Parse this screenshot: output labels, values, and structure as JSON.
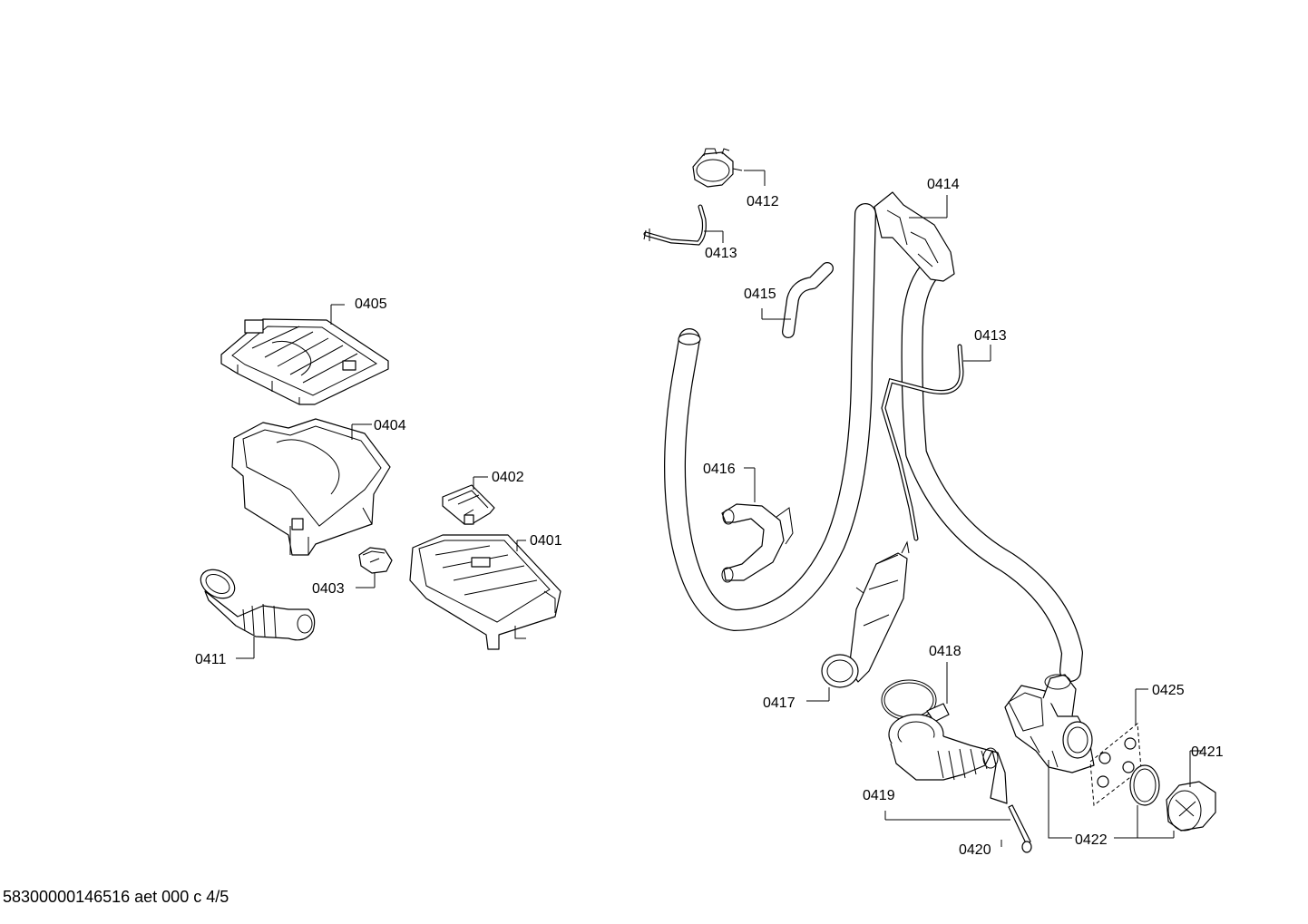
{
  "footer": {
    "document_id": "58300000146516 aet 000 c 4/5"
  },
  "callouts": {
    "c0401": "0401",
    "c0402": "0402",
    "c0403": "0403",
    "c0404": "0404",
    "c0405": "0405",
    "c0411": "0411",
    "c0412": "0412",
    "c0413a": "0413",
    "c0413b": "0413",
    "c0414": "0414",
    "c0415": "0415",
    "c0416": "0416",
    "c0417": "0417",
    "c0418": "0418",
    "c0419": "0419",
    "c0420": "0420",
    "c0421": "0421",
    "c0422": "0422",
    "c0425": "0425"
  }
}
